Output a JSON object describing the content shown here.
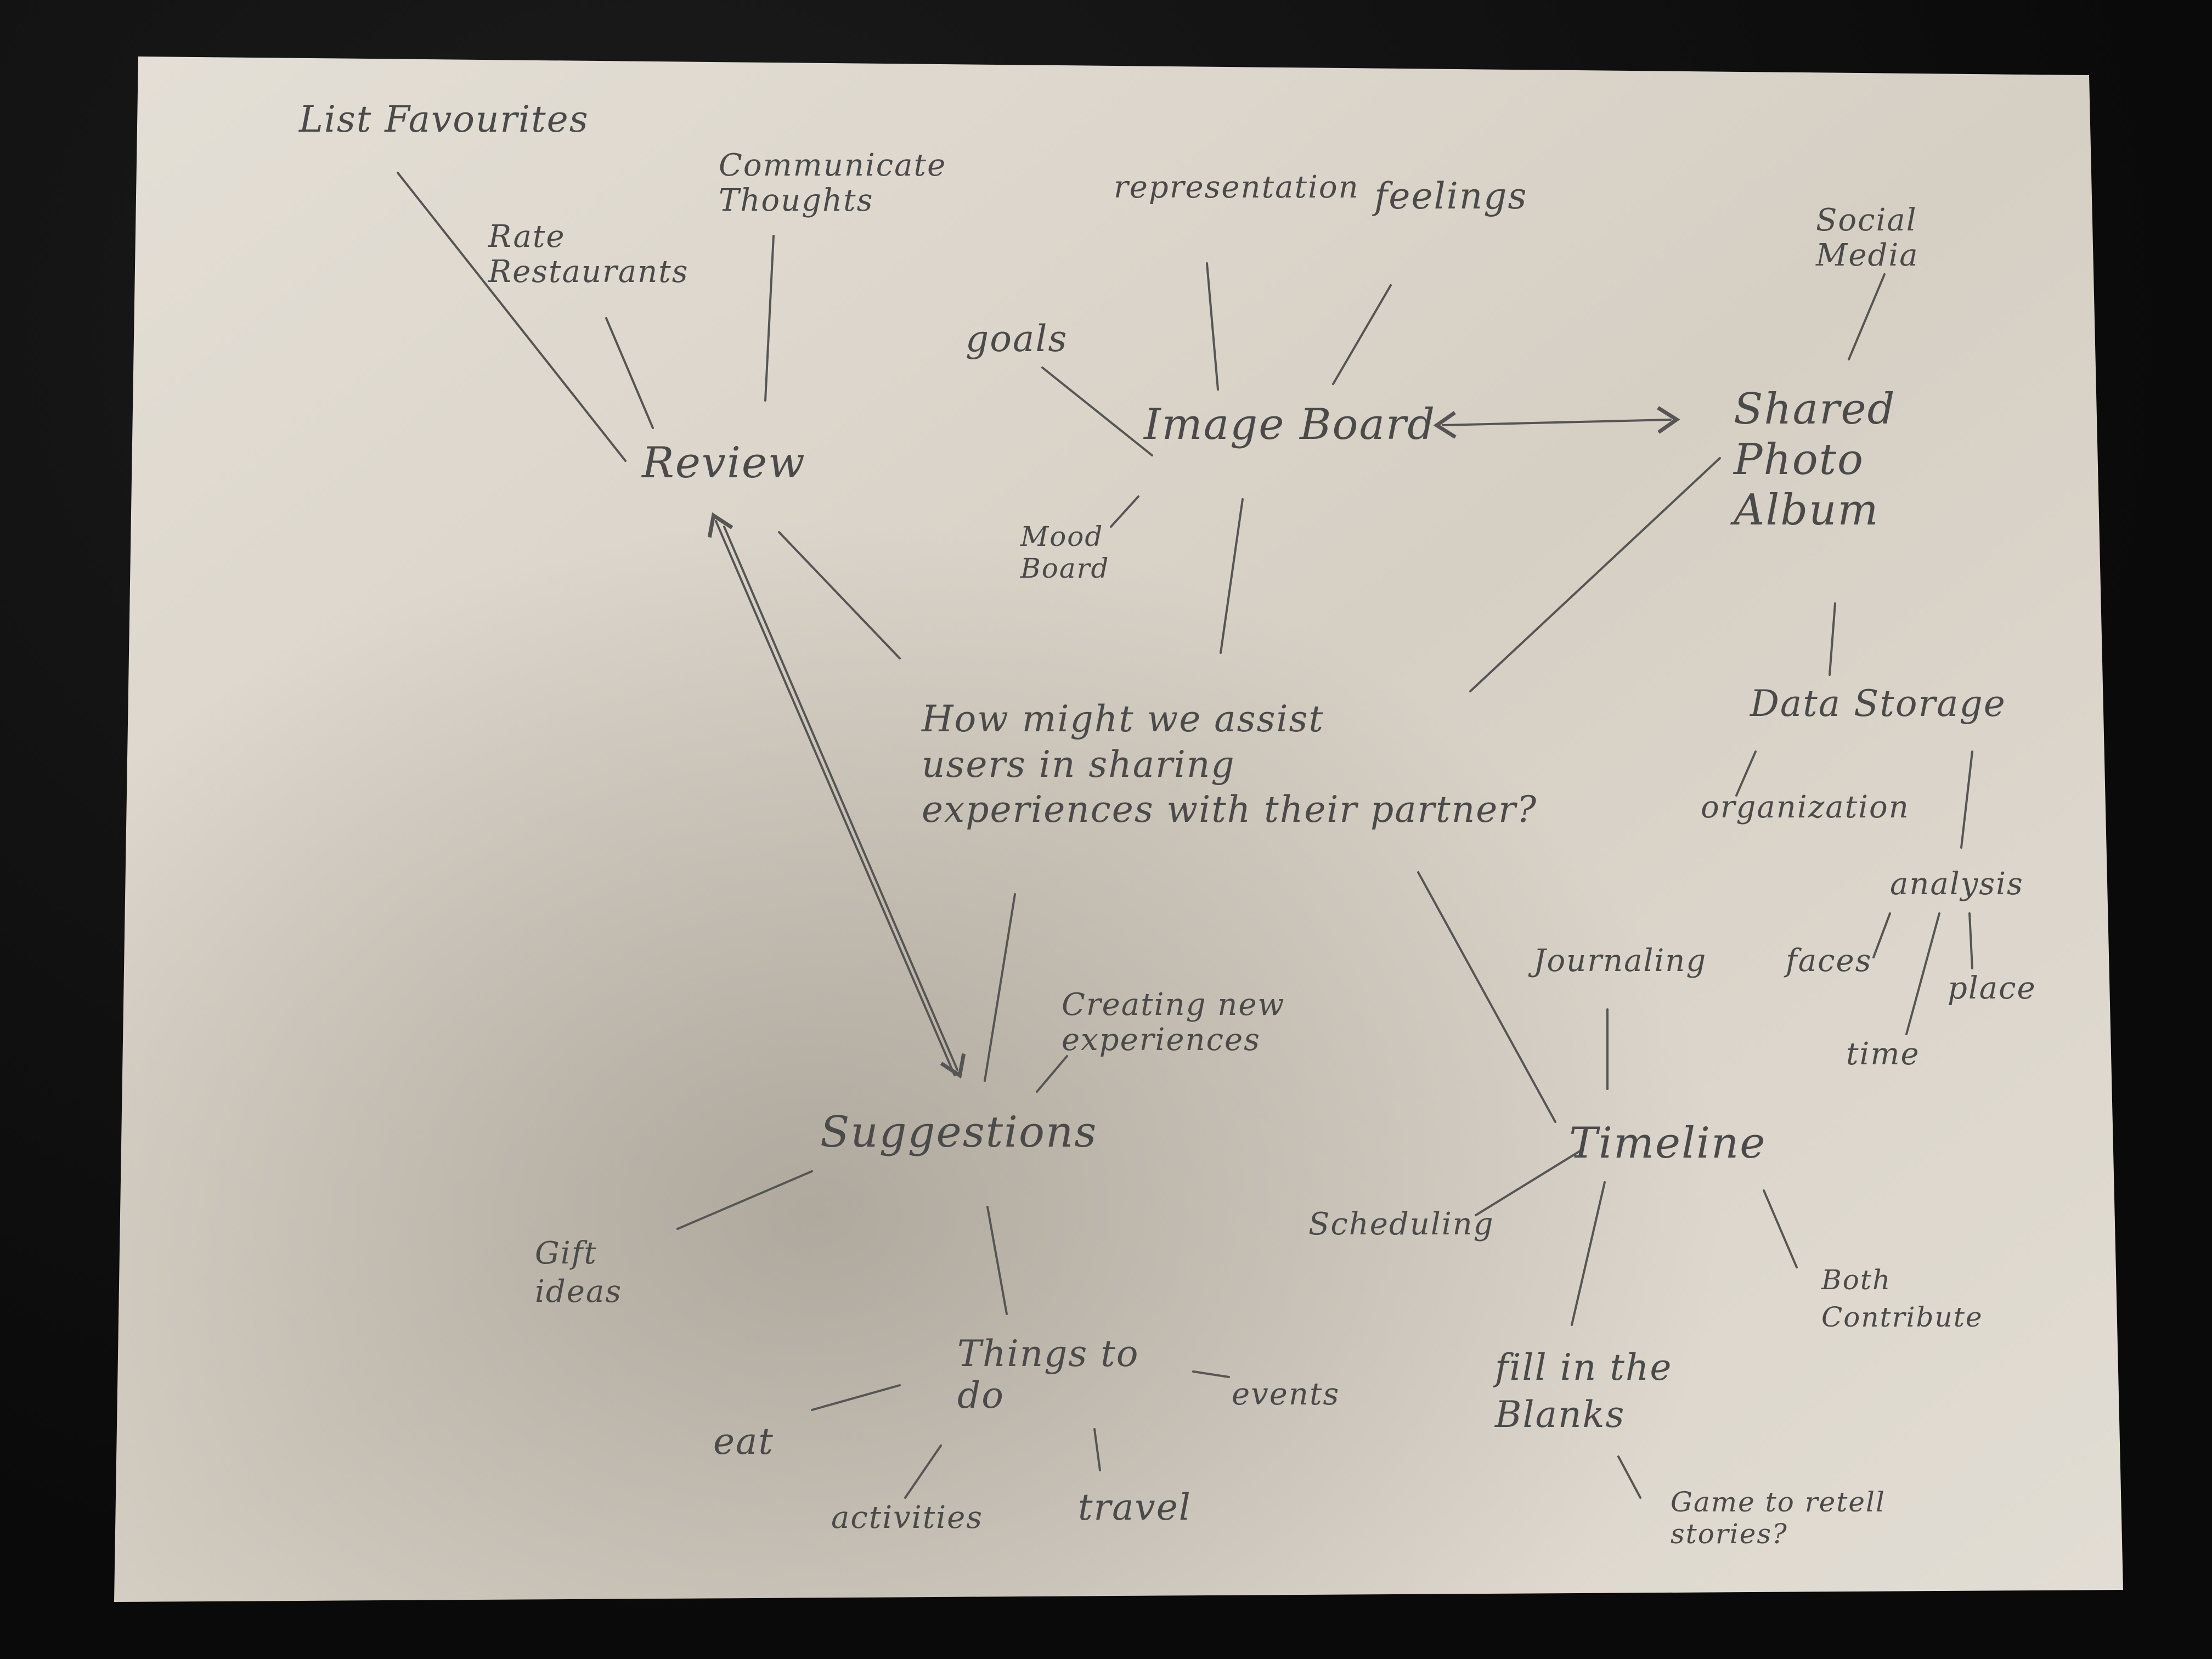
{
  "colors": {
    "paper": "#dfd9cf",
    "ink": "#4a4a4a",
    "background": "#0c0c0c"
  },
  "nodes": {
    "list_favourites": "List Favourites",
    "rate_restaurants": "Rate\nRestaurants",
    "communicate_thoughts": "Communicate\nThoughts",
    "review": "Review",
    "representation": "representation",
    "feelings": "feelings",
    "goals": "goals",
    "image_board": "Image Board",
    "mood_board": "Mood\nBoard",
    "social_media": "Social\nMedia",
    "shared_photo_album": "Shared\nPhoto\nAlbum",
    "central_question": "How might we assist\nusers in sharing\nexperiences with their partner?",
    "data_storage": "Data Storage",
    "organization": "organization",
    "analysis": "analysis",
    "faces": "faces",
    "place": "place",
    "time": "time",
    "journaling": "Journaling",
    "timeline": "Timeline",
    "scheduling": "Scheduling",
    "both_contribute": "Both\nContribute",
    "fill_in_the_blanks": "fill in the\nBlanks",
    "game_to_retell": "Game to retell\nstories?",
    "creating_new_experiences": "Creating new\nexperiences",
    "suggestions": "Suggestions",
    "gift_ideas": "Gift\nideas",
    "things_to_do": "Things to\ndo",
    "events": "events",
    "eat": "eat",
    "activities": "activities",
    "travel": "travel"
  }
}
